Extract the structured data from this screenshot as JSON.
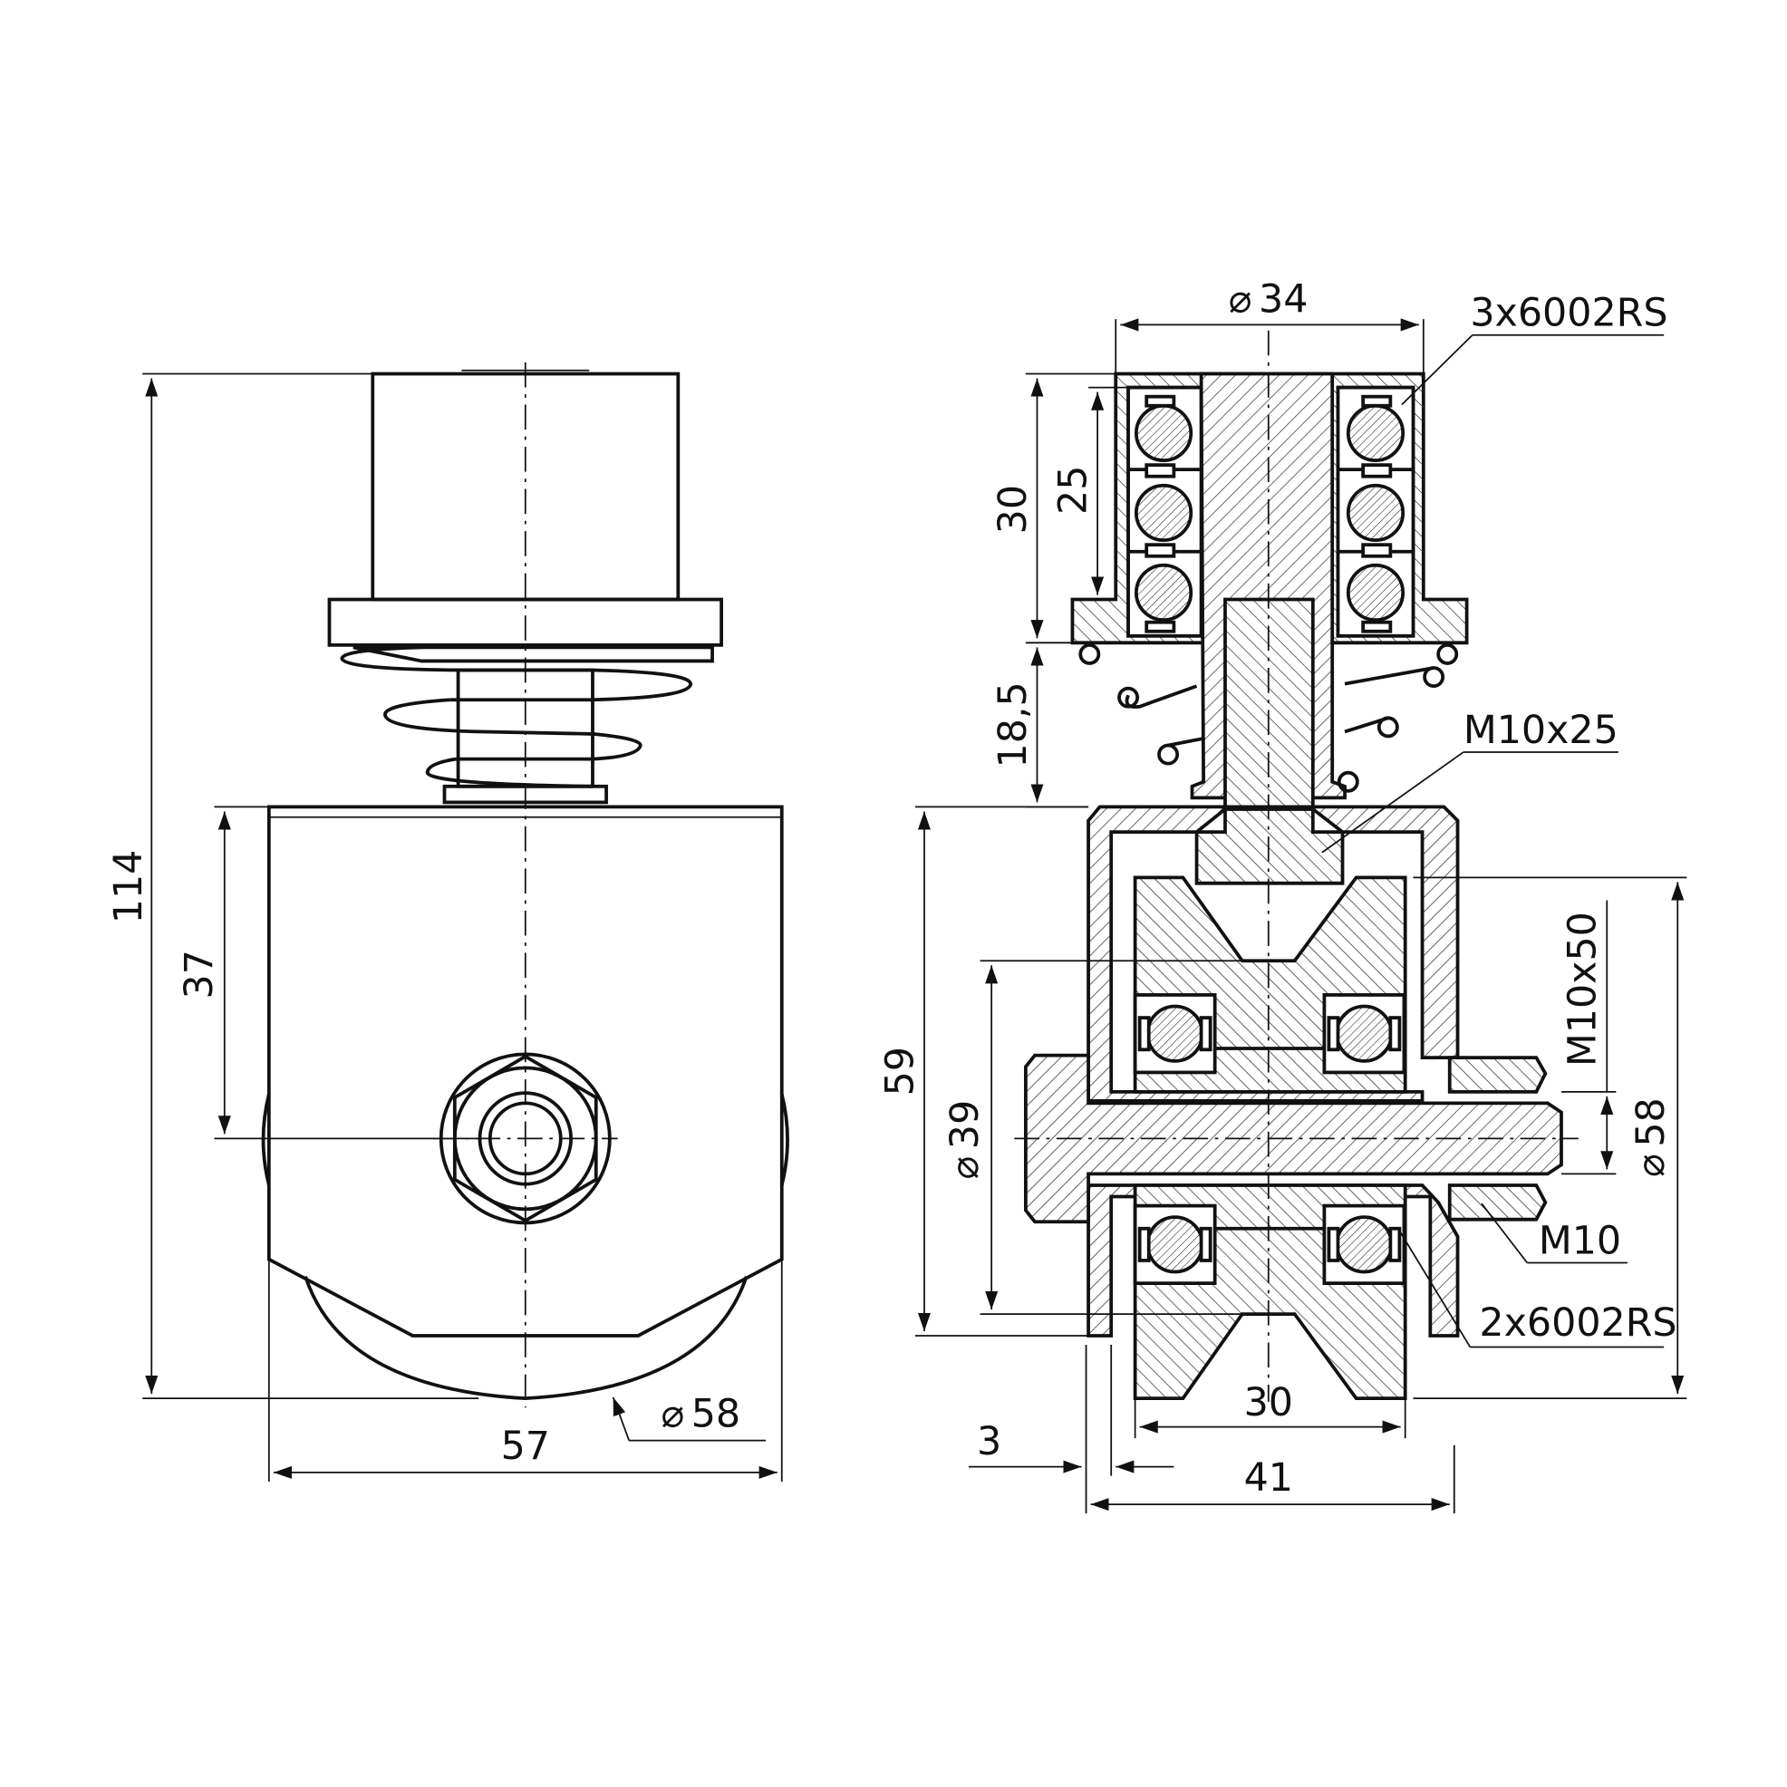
{
  "labels": {
    "front_height_total": "114",
    "front_axle_height": "37",
    "front_width": "57",
    "front_wheel_diameter": "58",
    "section_bearing_housing_dia": "34",
    "section_top_bearings": "3x6002RS",
    "section_housing_height": "30",
    "section_bearing_stack": "25",
    "section_spring_gap": "18,5",
    "section_bolt_top": "M10x25",
    "section_bolt_axle": "M10x50",
    "section_body_height": "59",
    "section_groove_dia": "39",
    "section_wheel_dia": "58",
    "section_nut": "M10",
    "section_wheel_bearings": "2x6002RS",
    "section_wall": "3",
    "section_wheel_width": "30",
    "section_total_width": "41"
  },
  "symbols": {
    "diameter": "⌀"
  }
}
